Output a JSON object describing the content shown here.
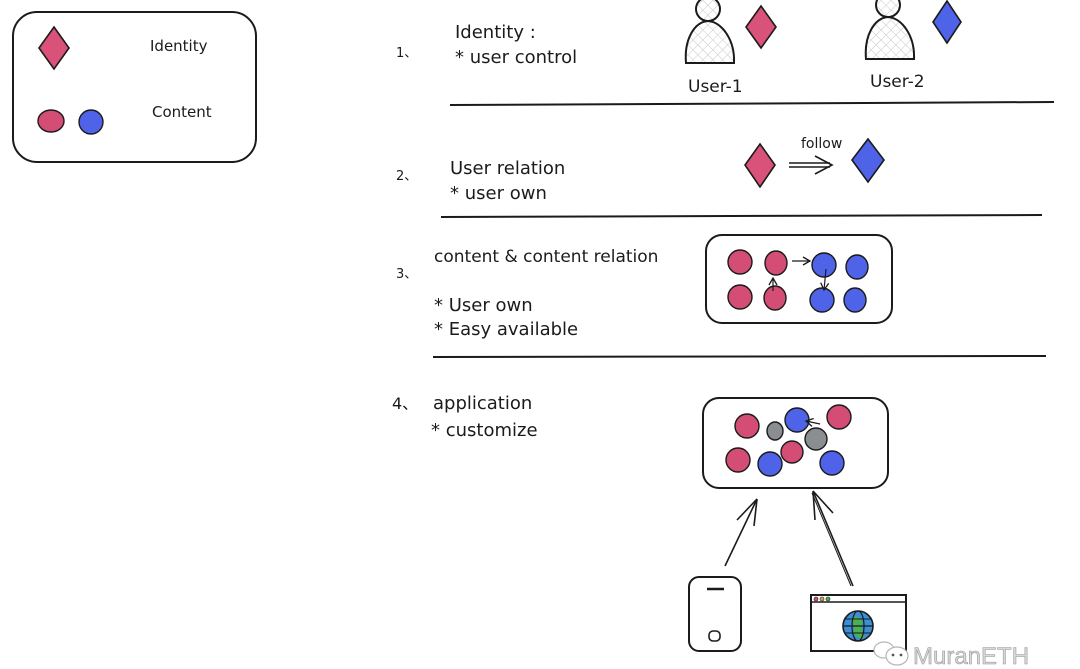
{
  "legend": {
    "identity_label": "Identity",
    "content_label": "Content"
  },
  "colors": {
    "identity_red": "#d9527a",
    "content_red": "#d34d75",
    "content_blue": "#4f63e8",
    "content_gray": "#8a8e91",
    "stroke": "#1b1b1b"
  },
  "sections": [
    {
      "number": "1、",
      "title": "Identity :",
      "bullets": [
        "* user control"
      ],
      "users": [
        {
          "label": "User-1",
          "identity_color": "red"
        },
        {
          "label": "User-2",
          "identity_color": "blue"
        }
      ]
    },
    {
      "number": "2、",
      "title": "User relation",
      "bullets": [
        "* user own"
      ],
      "relation_label": "follow"
    },
    {
      "number": "3、",
      "title": "content & content relation",
      "bullets": [
        "* User own",
        "* Easy available"
      ]
    },
    {
      "number": "4、",
      "title": "application",
      "bullets": [
        "* customize"
      ],
      "clients": [
        "mobile-phone",
        "web-browser"
      ]
    }
  ],
  "watermark": "MuranETH"
}
